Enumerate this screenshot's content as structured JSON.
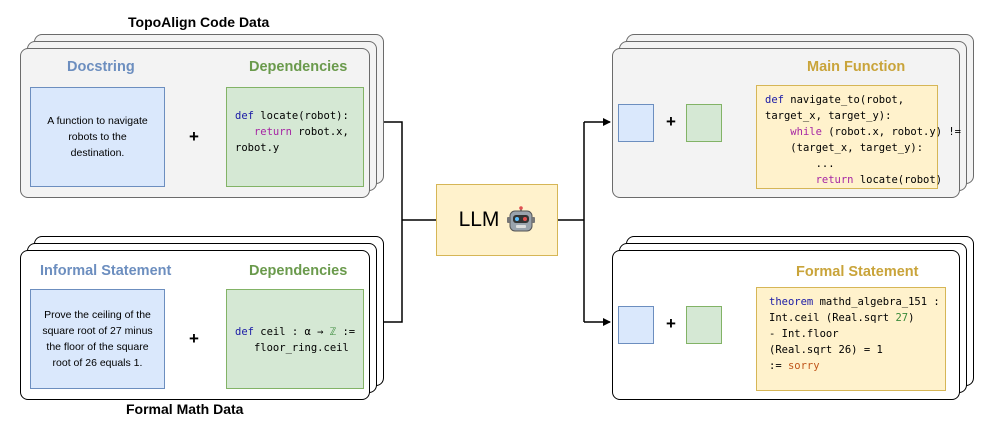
{
  "top_title": "TopoAlign Code Data",
  "bottom_title": "Formal Math Data",
  "code_input": {
    "left_header": "Docstring",
    "right_header": "Dependencies",
    "docstring_text": "A function to navigate robots to the destination.",
    "code": {
      "kw_def": "def",
      "l1_rest": " locate(robot):",
      "kw_return": "return",
      "l2_rest": " robot.x,",
      "l3": "robot.y"
    }
  },
  "math_input": {
    "left_header": "Informal Statement",
    "right_header": "Dependencies",
    "statement_text": "Prove the ceiling of the square root of 27 minus the floor of the square root of 26 equals 1.",
    "code": {
      "kw_def": "def",
      "l1_rest": " ceil : α → ",
      "kw_z": "ℤ",
      "l1_end": " :=",
      "l2": "floor_ring.ceil"
    }
  },
  "llm": {
    "label": "LLM",
    "icon": "robot-icon"
  },
  "code_output": {
    "header": "Main Function",
    "code": {
      "kw_def": "def",
      "l1_rest": " navigate_to(robot,",
      "l2": "target_x, target_y):",
      "kw_while": "while",
      "l3_rest": " (robot.x, robot.y) !=",
      "l4": "(target_x, target_y):",
      "l5": "...",
      "kw_return": "return",
      "l6_rest": " locate(robot)"
    }
  },
  "math_output": {
    "header": "Formal Statement",
    "code": {
      "kw_theorem": "theorem",
      "l1_rest": " mathd_algebra_151 :",
      "l2_a": "Int.ceil (Real.sqrt ",
      "l2_num": "27",
      "l2_b": ")",
      "l3": "- Int.floor",
      "l4_a": "(Real.sqrt 26) = 1",
      "l5_a": ":= ",
      "kw_sorry": "sorry"
    }
  },
  "plus_sign": "+",
  "colors": {
    "blue_fill": "#dae8fc",
    "blue_stroke": "#6c8ebf",
    "green_fill": "#d5e8d4",
    "green_stroke": "#82b366",
    "gold_fill": "#fff2cc",
    "gold_stroke": "#d6b656"
  }
}
